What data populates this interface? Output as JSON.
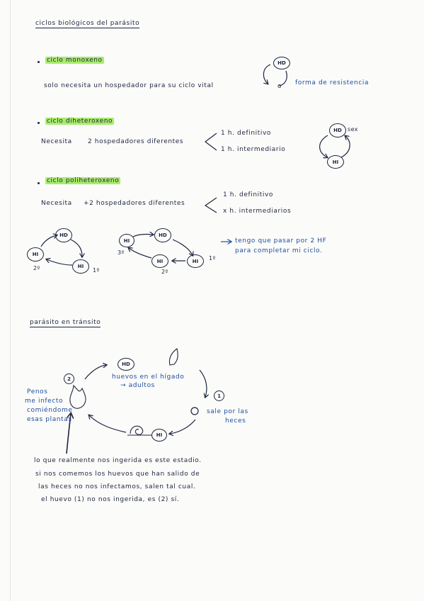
{
  "section1": {
    "title": "ciclos biológicos del parásito",
    "monoxeno": {
      "label": "ciclo monoxeno",
      "text": "solo necesita un hospedador para su ciclo vital",
      "node": "HD",
      "resistance": "forma de resistencia",
      "mark": "o"
    },
    "diheteroxeno": {
      "label": "ciclo diheteroxeno",
      "text_a": "Necesita",
      "text_b": "2 hospedadores diferentes",
      "branch1": "1 h. definitivo",
      "branch2": "1 h. intermediario",
      "node_top": "HD",
      "node_top_note": "sex",
      "node_bottom": "HI"
    },
    "poliheteroxeno": {
      "label": "ciclo poliheteroxeno",
      "text_a": "Necesita",
      "text_b": "+2 hospedadores diferentes",
      "branch1": "1 h. definitivo",
      "branch2": "x h. intermediarios",
      "cycle1": {
        "hd": "HD",
        "hi_left": "HI",
        "hi_right": "HI",
        "n1": "1º",
        "n2": "2º"
      },
      "cycle2": {
        "hi_top": "HI",
        "hd": "HD",
        "hi_bottom": "HI",
        "hi_right": "HI",
        "n1": "1º",
        "n2": "2º",
        "n3": "3º"
      },
      "note_line1": "tengo que pasar por 2 HF",
      "note_line2": "para completar mi ciclo."
    }
  },
  "section2": {
    "title": "parásito en tránsito",
    "hd_node": "HD",
    "hd_text1": "huevos en el hígado",
    "hd_text2": "→ adultos",
    "step1": "1",
    "exit1": "sale por las",
    "exit2": "heces",
    "hi_node": "HI",
    "step2": "2",
    "left1": "Penos",
    "left2": "me infecto",
    "left3": "comiéndome",
    "left4": "esas plantas",
    "bottom1": "lo que realmente nos ingerida es este estadio.",
    "bottom2": "si nos comemos los huevos que han salido de",
    "bottom3": "las heces no nos infectamos, salen tal cual.",
    "bottom4": "el huevo (1) no nos ingerida, es (2) sí."
  }
}
